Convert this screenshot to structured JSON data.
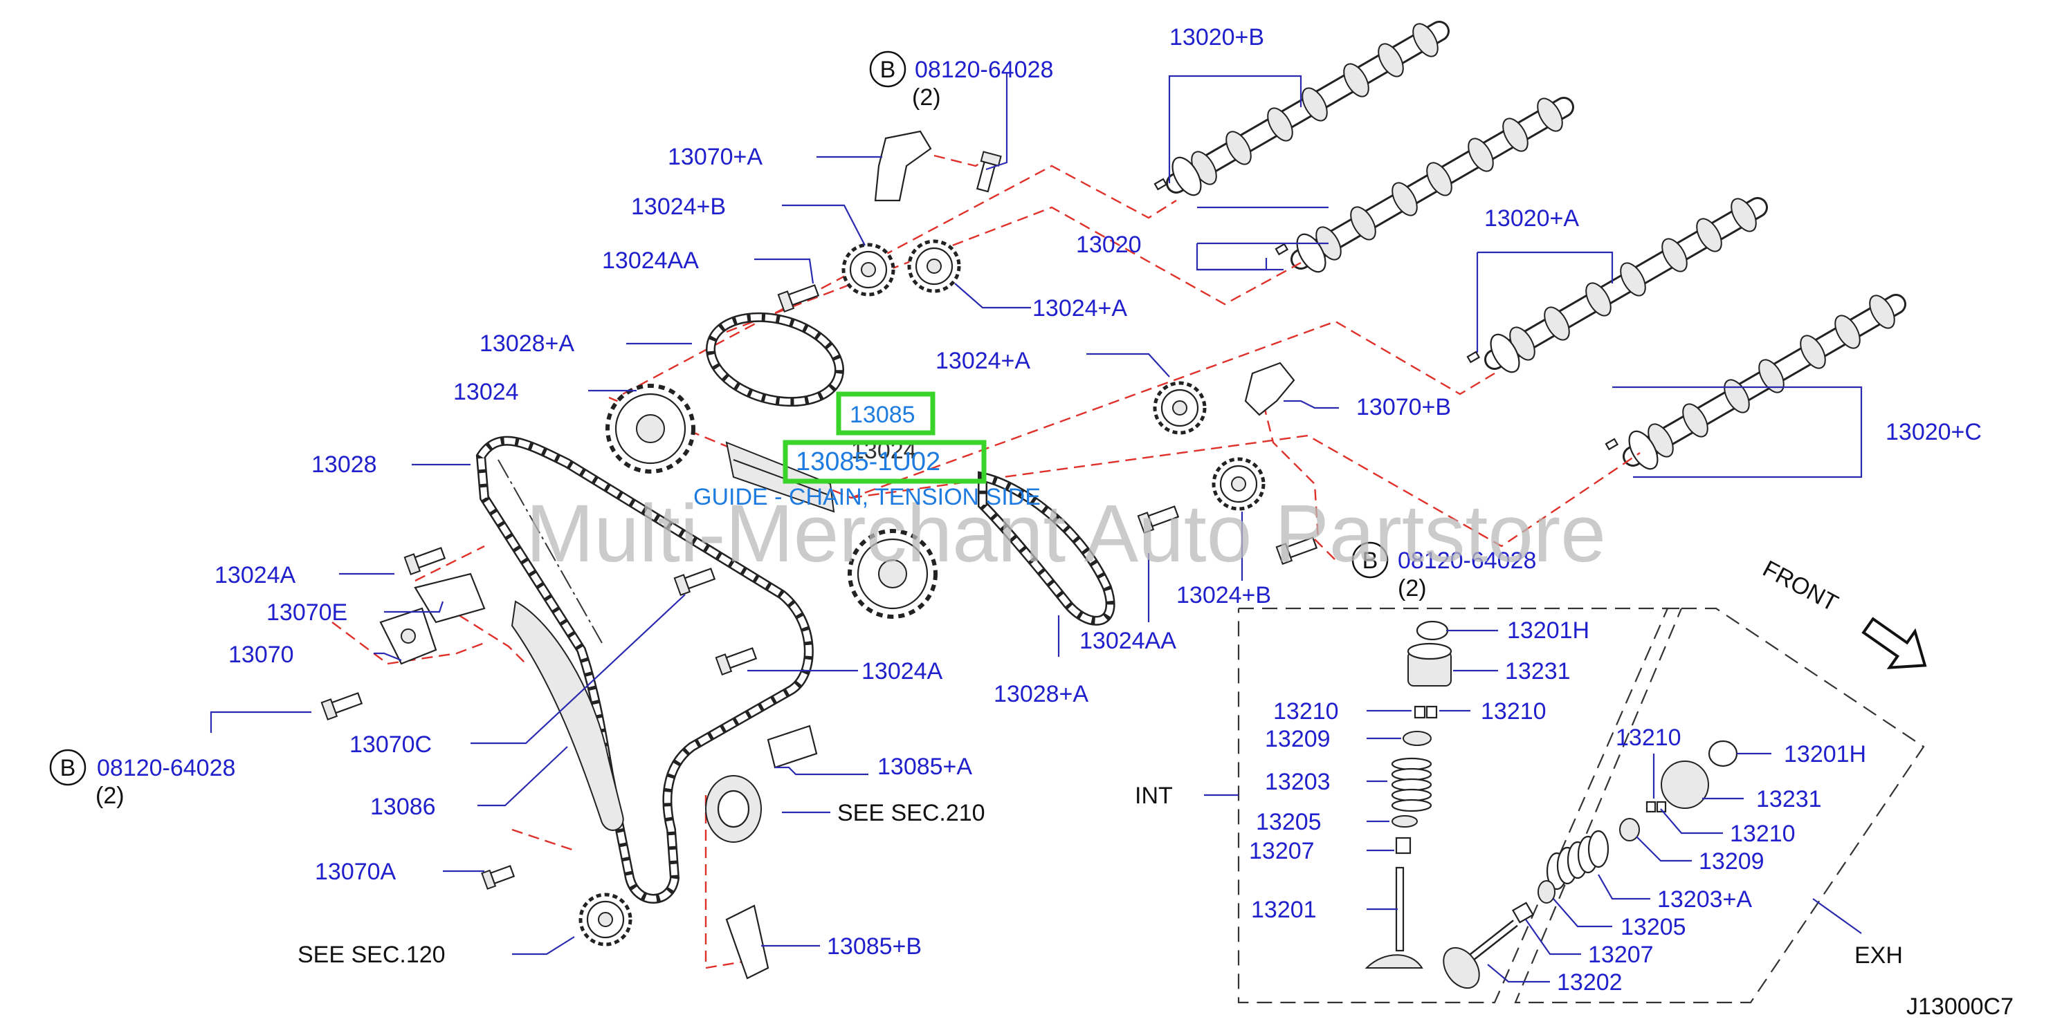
{
  "watermark": "Multi-Merchant Auto Partstore",
  "diagram_code": "J13000C7",
  "highlight": {
    "part_a": "13085",
    "part_b": "13085-1U02",
    "description": "GUIDE - CHAIN, TENSION SIDE",
    "behind": "13024"
  },
  "circle_mark": "B",
  "bolt_qty": "(2)",
  "bolt_part": "08120-64028",
  "front_label": "FRONT",
  "see_labels": {
    "sec210": "SEE   SEC.210",
    "sec120": "SEE   SEC.120"
  },
  "group_labels": {
    "int": "INT",
    "exh": "EXH"
  },
  "parts": {
    "p13020B": "13020+B",
    "p13070A_top": "13070+A",
    "p13024B_top": "13024+B",
    "p13024AA_top": "13024AA",
    "p13020": "13020",
    "p13020A": "13020+A",
    "p13024A_upper": "13024+A",
    "p13028A_upper": "13028+A",
    "p13024": "13024",
    "p13024A_mid": "13024+A",
    "p13070B": "13070+B",
    "p13020C": "13020+C",
    "p13028": "13028",
    "p13024A_left": "13024A",
    "p13070E": "13070E",
    "p13024B_mid": "13024+B",
    "p13024AA_mid": "13024AA",
    "p13070": "13070",
    "p13024A_lower": "13024A",
    "p13028A_lower": "13028+A",
    "p13070C": "13070C",
    "p13085A": "13085+A",
    "p13086": "13086",
    "p13070A": "13070A",
    "p13085B": "13085+B",
    "p13201H_int": "13201H",
    "p13231_int": "13231",
    "p13210_l": "13210",
    "p13210_r": "13210",
    "p13209_int": "13209",
    "p13203_int": "13203",
    "p13205_int": "13205",
    "p13207_int": "13207",
    "p13201": "13201",
    "p13210_exh_top": "13210",
    "p13201H_exh": "13201H",
    "p13231_exh": "13231",
    "p13210_exh": "13210",
    "p13209_exh": "13209",
    "p13203A": "13203+A",
    "p13205_exh": "13205",
    "p13207_exh": "13207",
    "p13202": "13202"
  },
  "colors": {
    "label_blue": "#1f1fcc",
    "highlight_green": "#39d32a",
    "highlight_text": "#1e7be0",
    "dashed_red": "#e0302a",
    "watermark_gray": "#b9b9b9"
  }
}
